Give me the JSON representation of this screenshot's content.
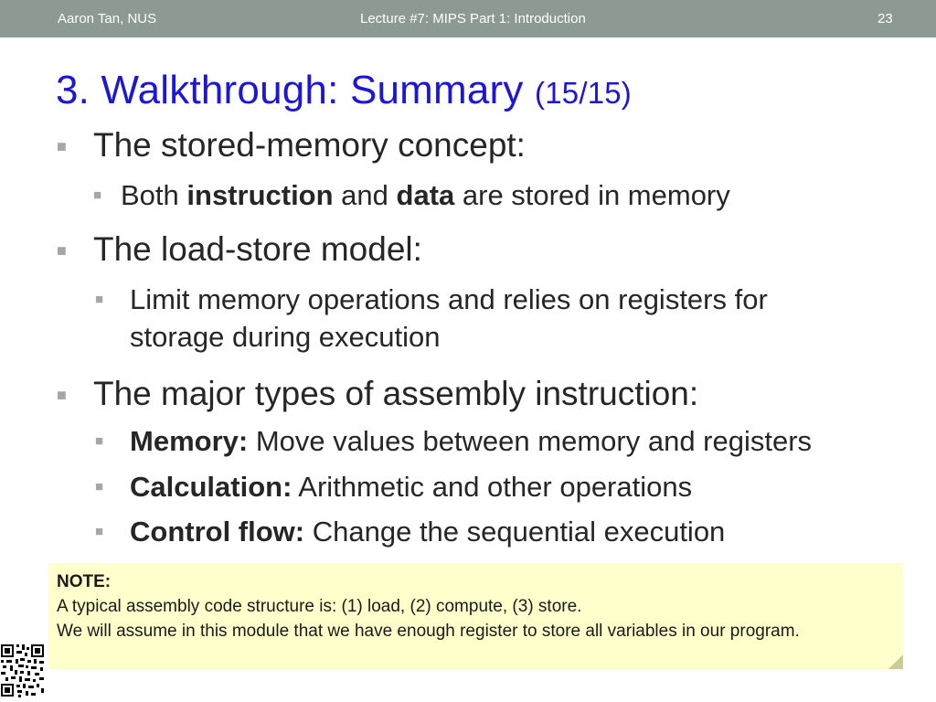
{
  "header": {
    "author": "Aaron Tan, NUS",
    "lecture": "Lecture #7: MIPS Part 1: Introduction",
    "page": "23"
  },
  "title": {
    "main": "3. Walkthrough: Summary",
    "sub": "(15/15)"
  },
  "bullets": {
    "b1": "The stored-memory concept:",
    "b1_1": {
      "pre": "Both ",
      "bold1": "instruction",
      "mid": " and ",
      "bold2": "data",
      "post": " are stored in memory"
    },
    "b2": "The load-store model:",
    "b2_1_line1": "Limit memory operations and relies on registers for",
    "b2_1_line2": "storage during execution",
    "b3": "The major types of assembly instruction:",
    "b3_1": {
      "bold": "Memory:",
      "text": " Move values between memory and registers"
    },
    "b3_2": {
      "bold": "Calculation:",
      "text": " Arithmetic and other operations"
    },
    "b3_3": {
      "bold": "Control flow:",
      "text": " Change the sequential execution"
    }
  },
  "note": {
    "label": "NOTE:",
    "line1": "A typical assembly code structure is: (1) load, (2) compute, (3) store.",
    "line2": "We will assume in this module that we have enough register to store all variables in our program."
  },
  "colors": {
    "header_bg": "#8c9a93",
    "title": "#1c17d6",
    "note_bg": "#ffffcc",
    "bullet_mark": "#a6a6a6"
  },
  "icons": {
    "bullet": "square-bullet-icon",
    "qr": "qr-code-icon"
  }
}
